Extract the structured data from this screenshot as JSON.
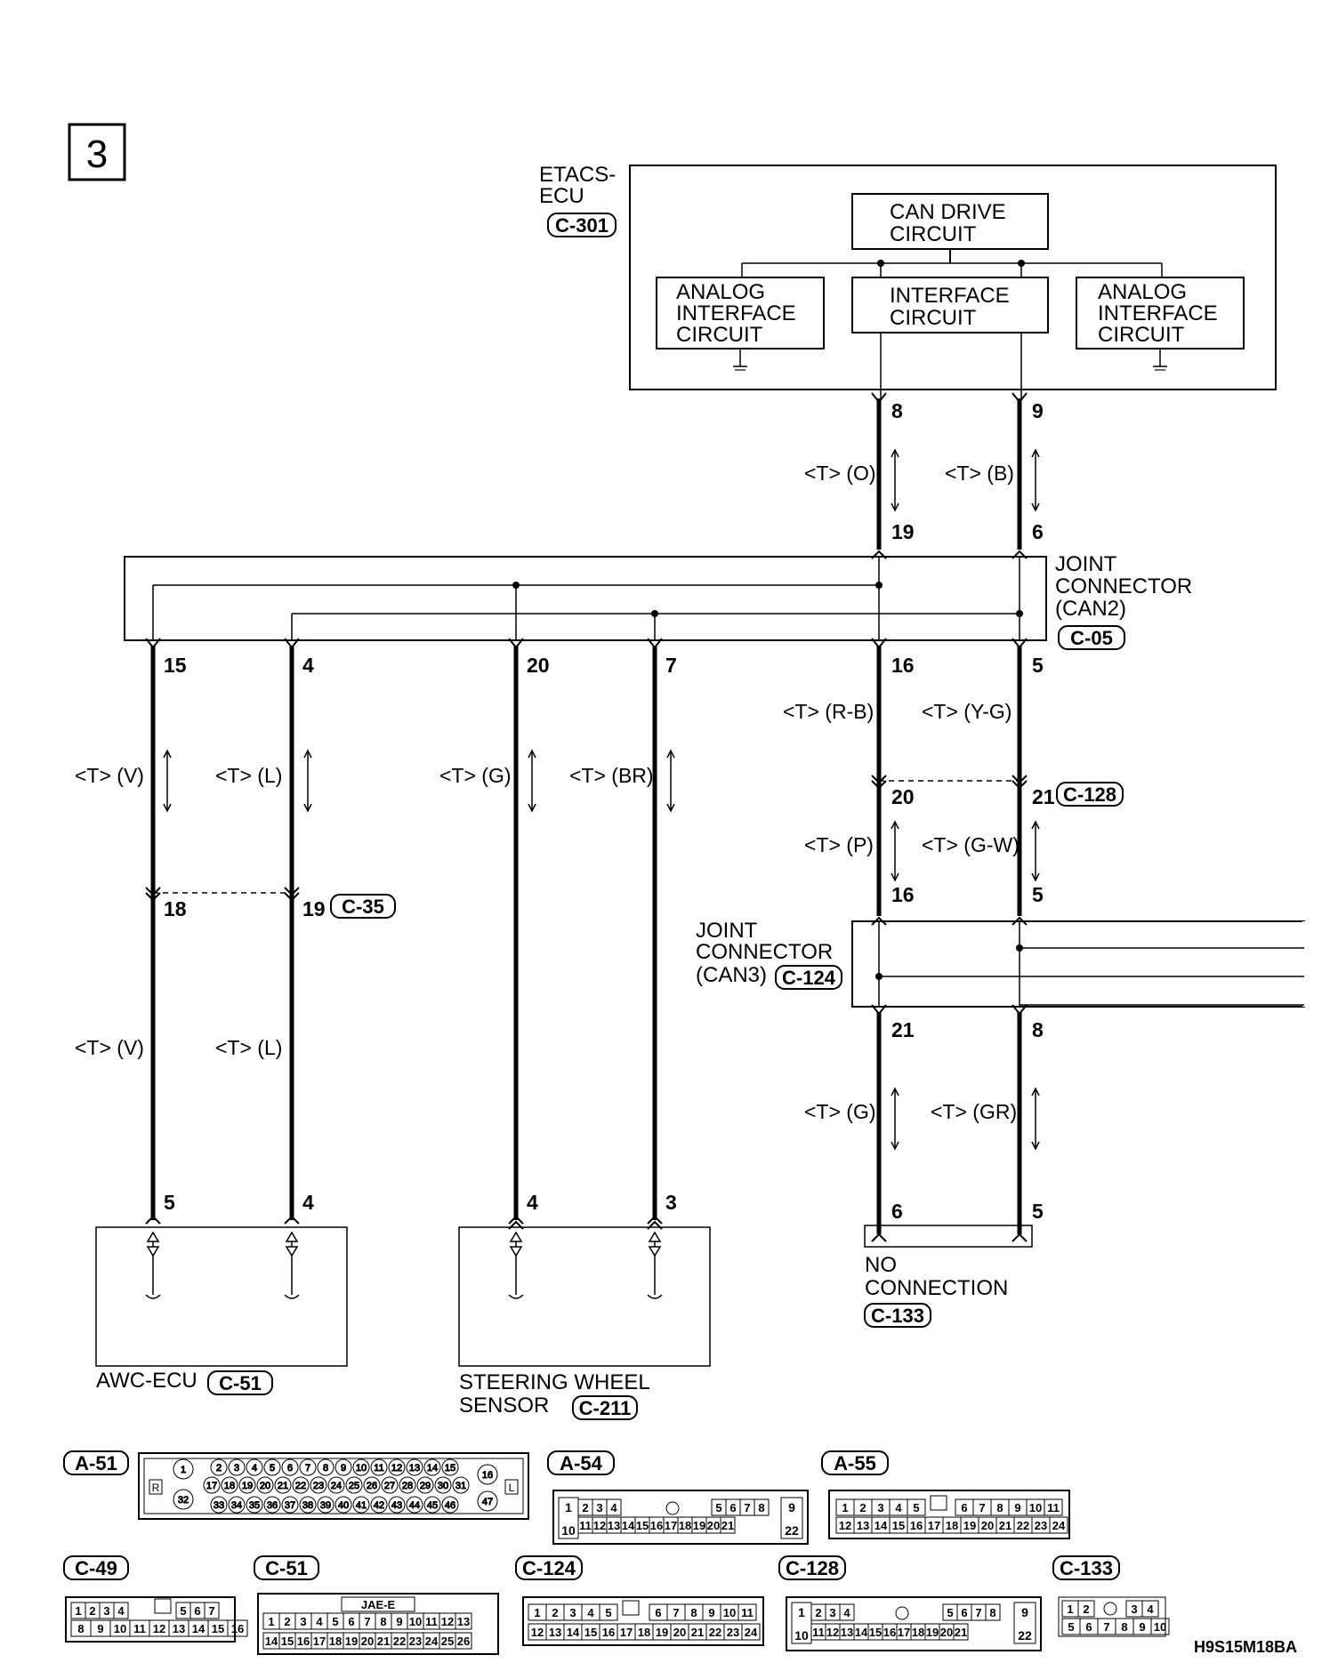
{
  "step_number": "3",
  "etacs": {
    "name_line1": "ETACS-",
    "name_line2": "ECU",
    "connector": "C-301",
    "can_drive": [
      "CAN DRIVE",
      "CIRCUIT"
    ],
    "interface": [
      "INTERFACE",
      "CIRCUIT"
    ],
    "analog_left": [
      "ANALOG",
      "INTERFACE",
      "CIRCUIT"
    ],
    "analog_right": [
      "ANALOG",
      "INTERFACE",
      "CIRCUIT"
    ]
  },
  "pins": {
    "etacs_8": "8",
    "etacs_9": "9",
    "jc2_in_19": "19",
    "jc2_in_6": "6",
    "jc2_out_15": "15",
    "jc2_out_4": "4",
    "jc2_out_20": "20",
    "jc2_out_7": "7",
    "jc2_out_16": "16",
    "jc2_out_5": "5",
    "c128_20": "20",
    "c128_21": "21",
    "c35_18": "18",
    "c35_19": "19",
    "jc3_in_16": "16",
    "jc3_in_5": "5",
    "jc3_out_21": "21",
    "jc3_out_8": "8",
    "awc_5": "5",
    "awc_4": "4",
    "sws_4": "4",
    "sws_3": "3",
    "c133_6": "6",
    "c133_5": "5"
  },
  "wires": {
    "w_o": "<T> (O)",
    "w_b": "<T> (B)",
    "w_v1": "<T> (V)",
    "w_l1": "<T> (L)",
    "w_g1": "<T> (G)",
    "w_br": "<T> (BR)",
    "w_rb": "<T> (R-B)",
    "w_yg": "<T> (Y-G)",
    "w_p": "<T> (P)",
    "w_gw": "<T> (G-W)",
    "w_v2": "<T> (V)",
    "w_l2": "<T> (L)",
    "w_g2": "<T> (G)",
    "w_gr": "<T> (GR)"
  },
  "joint_can2": {
    "line1": "JOINT",
    "line2": "CONNECTOR",
    "line3": "(CAN2)",
    "connector": "C-05"
  },
  "joint_can3": {
    "line1": "JOINT",
    "line2": "CONNECTOR",
    "line3": "(CAN3)",
    "connector": "C-124"
  },
  "c128_tag": "C-128",
  "c35_tag": "C-35",
  "awc": {
    "name": "AWC-ECU",
    "connector": "C-51"
  },
  "sws": {
    "line1": "STEERING WHEEL",
    "line2": "SENSOR",
    "connector": "C-211"
  },
  "no_conn": {
    "line1": "NO",
    "line2": "CONNECTION",
    "connector": "C-133"
  },
  "connectors_legend": {
    "a51": "A-51",
    "a54": "A-54",
    "a55": "A-55",
    "c49": "C-49",
    "c51": "C-51",
    "c124": "C-124",
    "c128": "C-128",
    "c133": "C-133",
    "jae": "JAE-E",
    "r": "R",
    "l": "L"
  },
  "figure_code": "H9S15M18BA"
}
